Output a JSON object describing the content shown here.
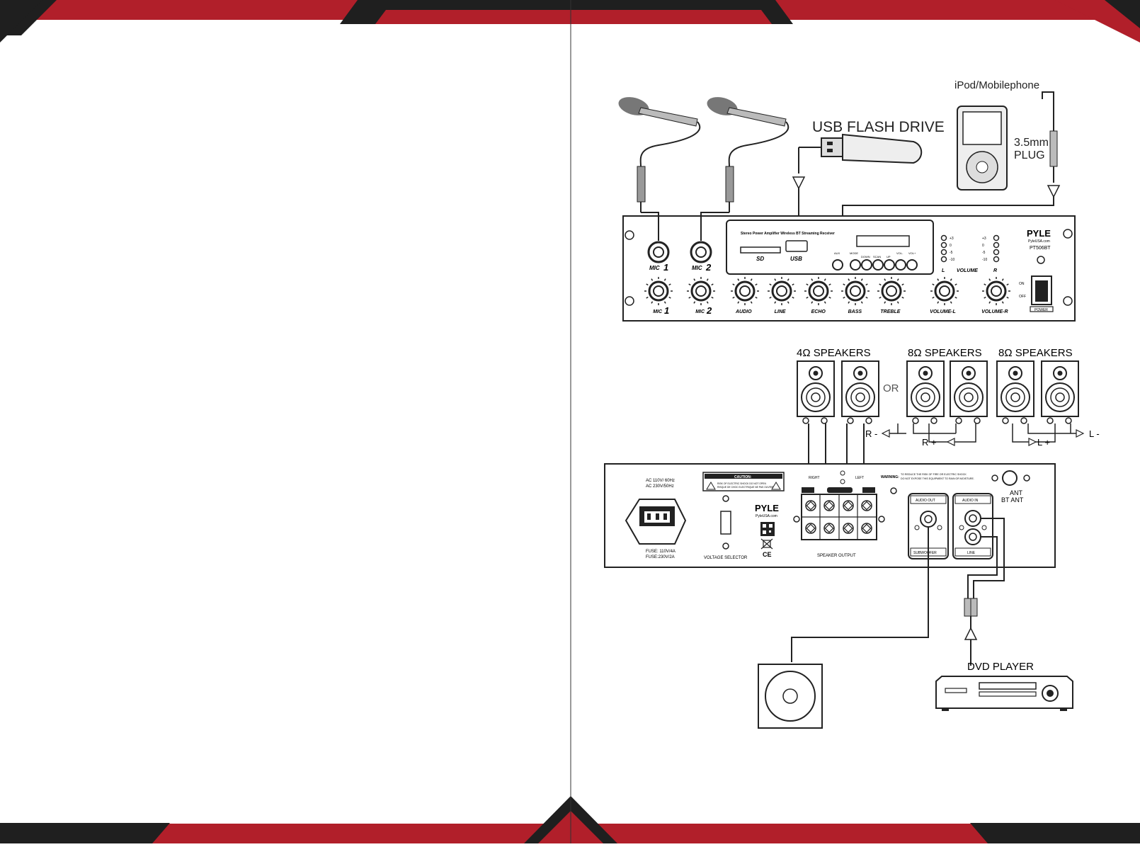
{
  "colors": {
    "accent_red": "#b11f2a",
    "band_dark": "#1f1f1f",
    "line": "#222222"
  },
  "top_source": {
    "device_label": "iPod/Mobilephone",
    "plug_label_1": "3.5mm",
    "plug_label_2": "PLUG",
    "usb_label": "USB FLASH DRIVE"
  },
  "front_panel": {
    "display_title": "Stereo Power Amplifier Wireless BT Streaming Receiver",
    "sd_label": "SD",
    "usb_label": "USB",
    "mic1_jack_label": "MIC",
    "mic1_num": "1",
    "mic2_jack_label": "MIC",
    "mic2_num": "2",
    "aux_label": "AUX",
    "mode_label": "MODE",
    "down_label": "DOWN",
    "scan_label": "SCAN",
    "up_label": "UP",
    "vol_minus_label": "VOL-",
    "vol_plus_label": "VOL+",
    "brand": "PYLE",
    "brand_url": "PyleUSA.com",
    "model": "PT506BT",
    "volume_label": "VOLUME",
    "l_label": "L",
    "r_label": "R",
    "meter_left": [
      "+3",
      "0",
      "-5",
      "-10"
    ],
    "meter_right": [
      "+3",
      "0",
      "-5",
      "-10"
    ],
    "on_label": "ON",
    "off_label": "OFF",
    "power_label": "POWER",
    "knobs": [
      "MIC",
      "MIC",
      "AUDIO",
      "LINE",
      "ECHO",
      "BASS",
      "TREBLE",
      "VOLUME-L",
      "VOLUME-R"
    ],
    "knob_nums": [
      "1",
      "2"
    ]
  },
  "speakers": {
    "group1_label": "4Ω SPEAKERS",
    "group2_label": "8Ω SPEAKERS",
    "group3_label": "8Ω SPEAKERS",
    "or_label": "OR",
    "r_minus": "R -",
    "r_plus": "R +",
    "l_plus": "L +",
    "l_minus": "L -"
  },
  "rear_panel": {
    "ac_line1": "AC 110V/ 60Hz",
    "ac_line2": "AC 230V/50Hz",
    "fuse_line1": "FUSE: 110V/4A",
    "fuse_line2": "FUSE:230V/2A",
    "caution_title": "CAUTION:",
    "caution_line1": "RISK OF ELECTRIC SHOCK DO NOT OPEN",
    "caution_line2": "RISQUE DE CHOC ELECTRIQUE NE PAS OUVRIR",
    "voltage_selector": "VOLTAGE SELECTOR",
    "brand": "PYLE",
    "brand_url": "PyleUSA.com",
    "right_label": "RIGHT",
    "left_label": "LEFT",
    "speaker_output": "SPEAKER OUTPUT",
    "warning_title": "WARNING:",
    "warning_line1": "TO REDUCE THE RISK OF FIRE OR ELECTRIC SHOCK",
    "warning_line2": "DO NOT EXPOSE THIS EQUIPMENT TO RAIN OR MOISTURE.",
    "ant_label": "ANT",
    "bt_ant_label": "BT ANT",
    "audio_out_label": "AUDIO OUT",
    "subwoofer_label": "SUBWOOFER",
    "audio_in_label": "AUDIO IN",
    "line_label": "LINE",
    "ce_mark": "CE"
  },
  "bottom": {
    "dvd_label": "DVD PLAYER"
  }
}
